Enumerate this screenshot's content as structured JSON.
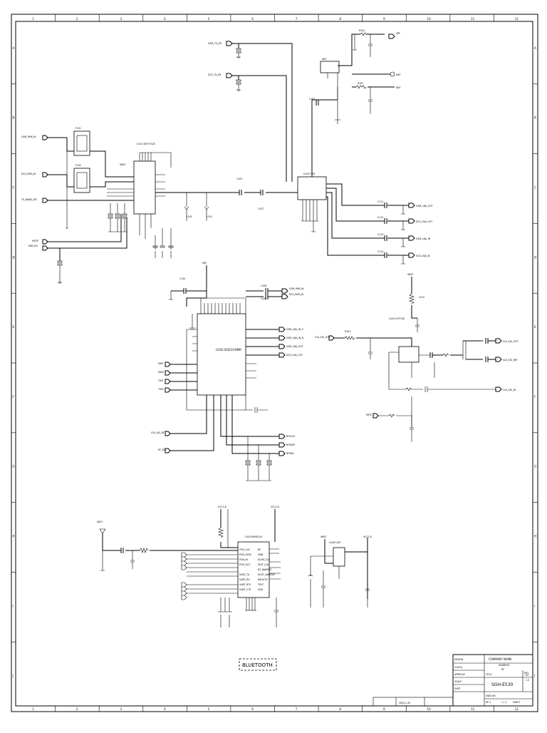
{
  "border": {
    "columns": [
      "1",
      "2",
      "3",
      "4",
      "5",
      "6",
      "7",
      "8",
      "9",
      "10",
      "11",
      "12"
    ],
    "rows": [
      "A",
      "B",
      "C",
      "D",
      "E",
      "F",
      "G",
      "H",
      "I",
      "J"
    ]
  },
  "ports": {
    "gsm_tx_en": "GSM_TX_EN",
    "dcs_tx_en": "DCS_TX_EN",
    "gsm_pam_in": "GSM_PAM_IN",
    "dcs_pam_in": "DCS_PAM_IN",
    "tx_band_sel": "TX_BAND_SEL",
    "mute_pam_en": "MUTE\nPAM_EN",
    "gsm_lna_in": "GSM_LNA_IN",
    "dcs_lna_in": "DCS_LNA_IN",
    "gsm_lna_out": "GSM_LNA_OUT",
    "dcs_lna_out": "DCS_LNA_OUT",
    "gsm_lna_in_p": "GSM_LNA_IN_P",
    "gsm_lna_in_n": "GSM_LNA_IN_N",
    "gsm_pam_in2": "GSM_PAM_IN",
    "dcs_pam_in2": "DCS_PAM_IN",
    "clk_sig_out": "CLK_SIG_OUT",
    "clk_sig_ref": "CLK_SIG_REF",
    "clk_sig_in": "CLK_SIG_IN",
    "vbat": "VBAT",
    "vrf": "VRF",
    "vrtc": "VRTC",
    "rx_i": "RXIP",
    "rx_q": "RXIN",
    "tx_i": "TXIP",
    "tx_q": "TXIN",
    "clk_sig_rf": "CLK_SIG_RF",
    "rf_en": "RF_EN",
    "rf_sclk": "RFSCLK",
    "rf_sdat": "RFSDAT",
    "rf_sen": "RFSEN"
  },
  "parts": {
    "pam": "U101\nSKY77328",
    "switch": "U102\nFEM",
    "transceiver": "U103\nSI4210-BMR",
    "vco": "U104\nVCTCXO",
    "bt_chip": "U105\nBRF6150",
    "bt_reg": "U106\nLDO",
    "ant": "ANT",
    "bt_ant": "ANT1"
  },
  "bt_pins_left": [
    "PCM_CLK",
    "PCM_SYNC",
    "PCM_IN",
    "PCM_OUT",
    "",
    "UART_TX",
    "UART_RX",
    "UART_RTS",
    "UART_CTS"
  ],
  "bt_pins_right": [
    "RF",
    "GND",
    "SLOW_CLK",
    "FAST_CLK",
    "BT_WAKEUP",
    "HOST_WAKEUP",
    "NSHUTD",
    "TEST",
    "VDD"
  ],
  "block_label": "BLUETOOTH",
  "title_block": {
    "company": "COMPANY NAME",
    "address": "ADDRESS",
    "title": "RF",
    "model": "SGH-E530",
    "rev": "1.0",
    "size": "A3",
    "sheet": "1 / 1",
    "date": "2004.1.30",
    "dwg_no": "RF-1",
    "field_labels": [
      "DESIGN",
      "CHECK",
      "APPROVE",
      "SCALE",
      "DATE"
    ],
    "field_labels2": [
      "TITLE",
      "DWG NO",
      "REV",
      "SHEET"
    ]
  }
}
